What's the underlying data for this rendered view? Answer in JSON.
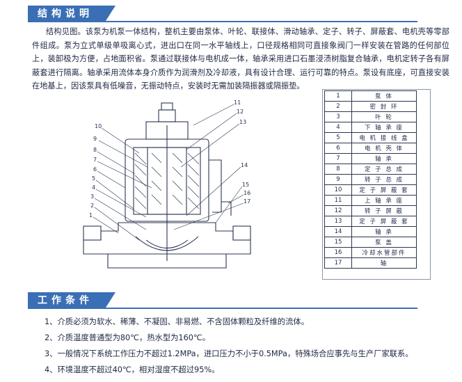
{
  "structure": {
    "title": "结构说明",
    "paragraph": "结构见图。该泵为机泵一体结构，整机主要由泵体、叶轮、联接体、滑动轴承、定子、转子、屏蔽套、电机壳等零部件组成。泵为立式单级单吸离心式，进出口在同一水平轴线上，口径规格相同可直接象阀门一样安装在管路的任何部位上，装卸极为方便，占地面积省。泵通过联接体与电机成一体，轴承采用进口石墨浸渍树脂复合轴承，电机定转子各有屏蔽套进行隔离。轴承采用流体本身介质作为润滑剂及冷却液，具有设计合理、运行可靠的特点。泵设有底座，可直接安装在地基上，因该泵具有低噪音，无振动特点，安装时无需加装隔振器或隔振垫。"
  },
  "diagram": {
    "labels_left": [
      "10",
      "9",
      "8",
      "7",
      "6",
      "5",
      "4",
      "3",
      "2",
      "1"
    ],
    "labels_right": [
      "11",
      "12",
      "13",
      "14",
      "15",
      "16",
      "17"
    ]
  },
  "parts_table": [
    {
      "num": "1",
      "name": "泵 体"
    },
    {
      "num": "2",
      "name": "密 封 环"
    },
    {
      "num": "3",
      "name": "叶 轮"
    },
    {
      "num": "4",
      "name": "下 轴 承 座"
    },
    {
      "num": "5",
      "name": "电 机 接 线 盒"
    },
    {
      "num": "6",
      "name": "电 机 壳 体"
    },
    {
      "num": "7",
      "name": "轴 承"
    },
    {
      "num": "8",
      "name": "定 子 总 成"
    },
    {
      "num": "9",
      "name": "转 子 总 成"
    },
    {
      "num": "10",
      "name": "定 子 屏 蔽 套"
    },
    {
      "num": "11",
      "name": "上 轴 承 座"
    },
    {
      "num": "12",
      "name": "转 子 屏 蔽"
    },
    {
      "num": "13",
      "name": "定 子 屏 蔽 套"
    },
    {
      "num": "14",
      "name": "轴 承"
    },
    {
      "num": "15",
      "name": "泵 盖"
    },
    {
      "num": "16",
      "name": "冷却水管部件"
    },
    {
      "num": "17",
      "name": "轴"
    }
  ],
  "conditions": {
    "title": "工作条件",
    "items": [
      "1、介质必须为软水、稀薄、不凝固、非易燃、不含固体颗粒及纤维的流体。",
      "2、介质温度普通型为80℃，热水型为160℃。",
      "3、一般情况下系统工作压力不超过1.2MPa，进口压力不小于0.5MPa，特殊场合应事先与生产厂家联系。",
      "4、环境温度不超过40℃，相对湿度不超过95%。"
    ]
  },
  "colors": {
    "accent": "#3a6fb5"
  }
}
